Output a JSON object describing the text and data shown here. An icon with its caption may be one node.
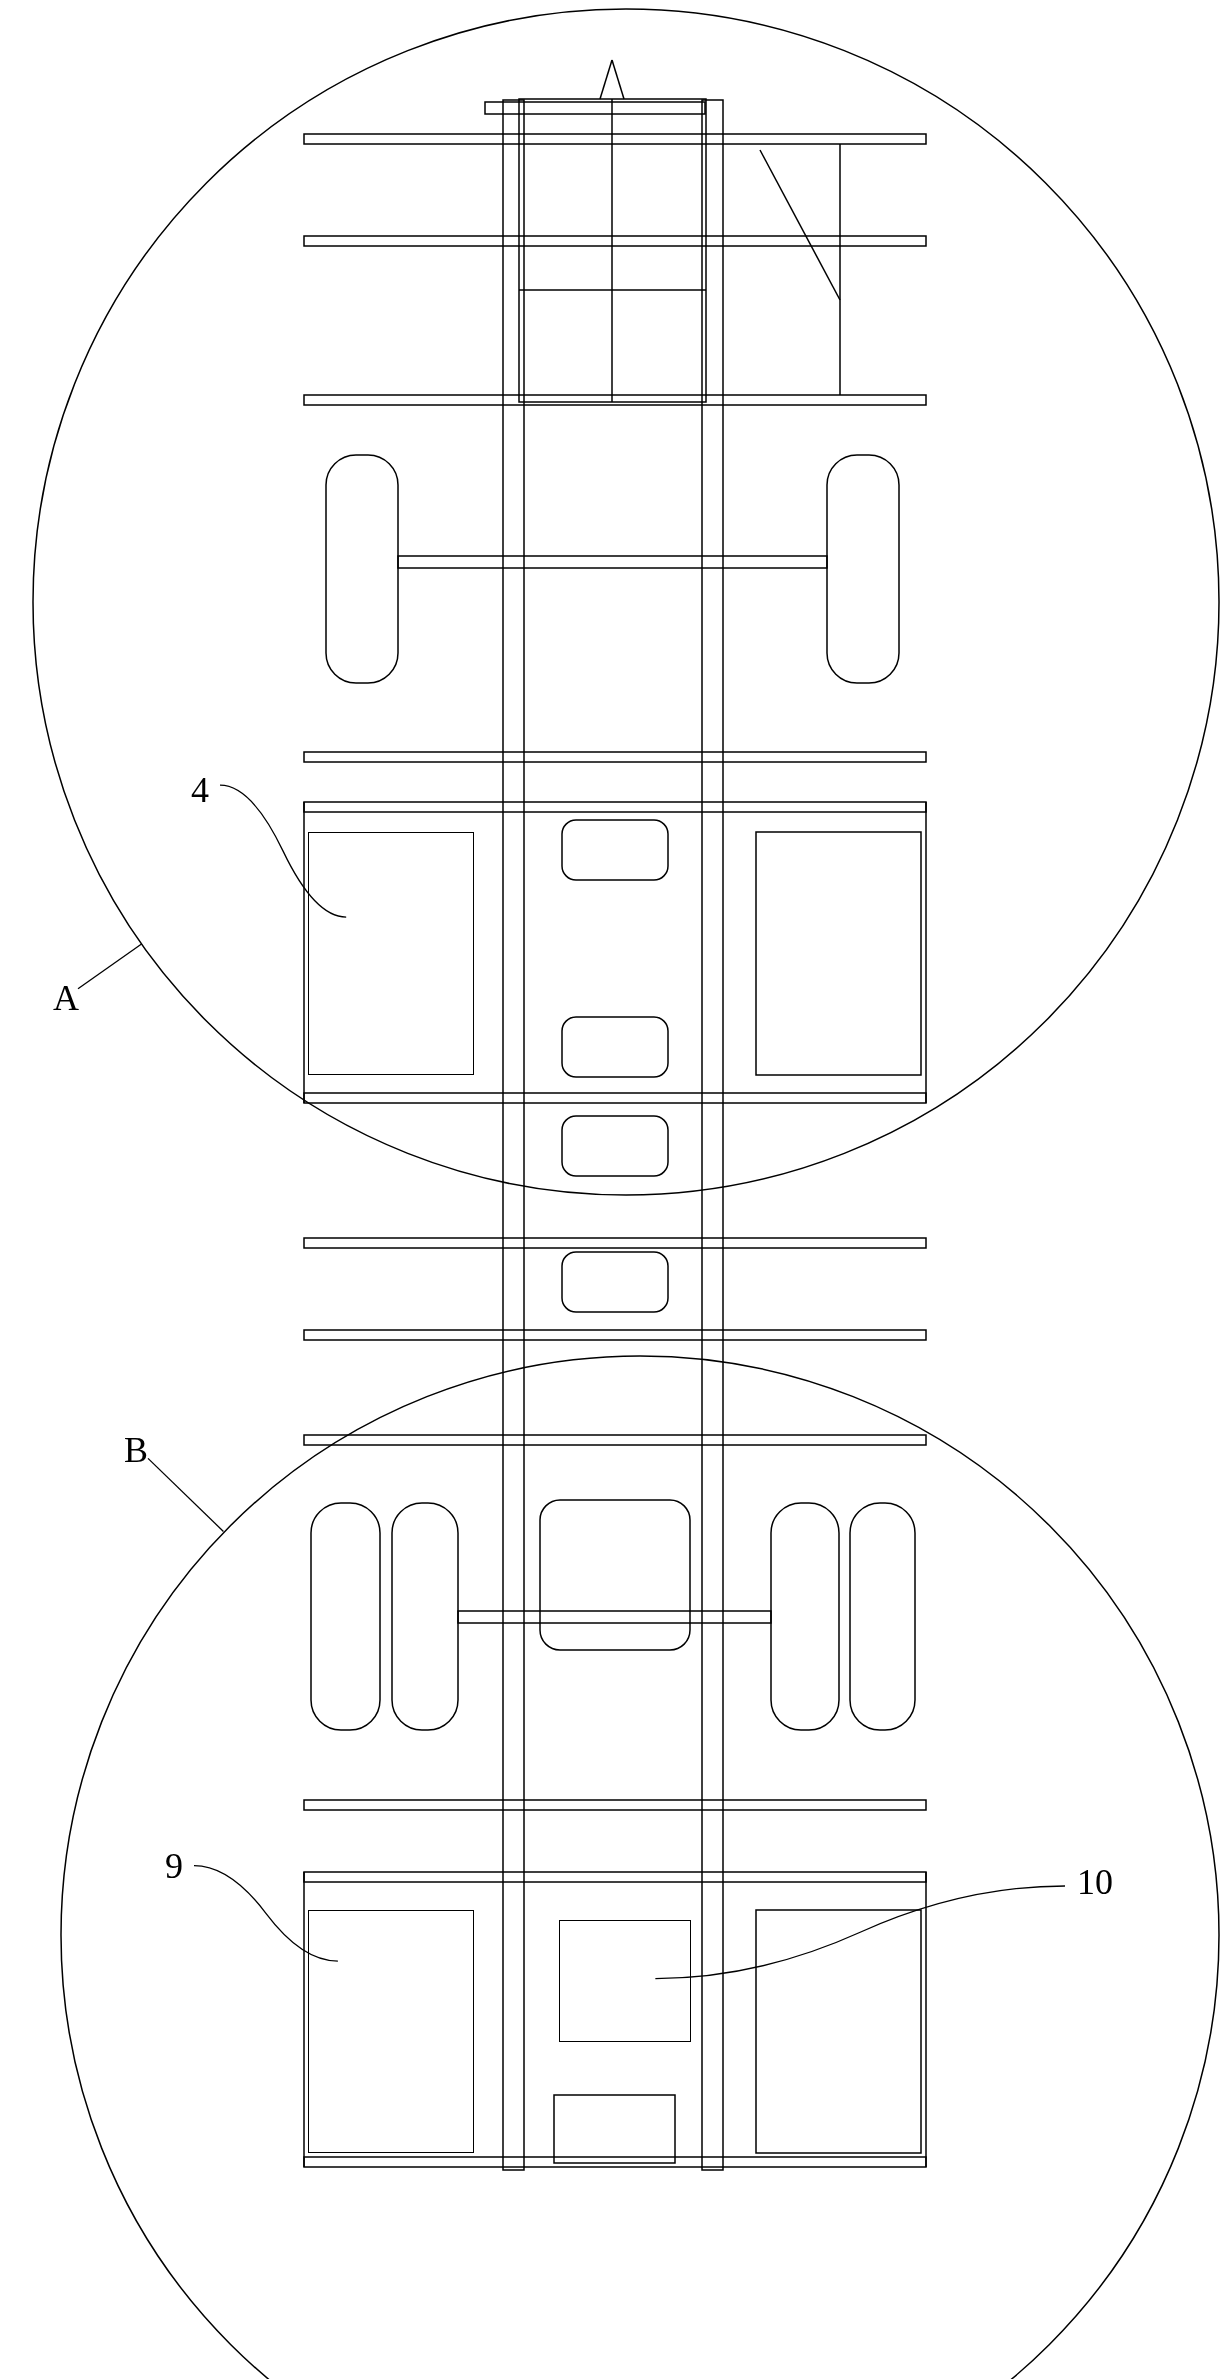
{
  "diagram": {
    "nodes": [
      {
        "text": [
          "A"
        ]
      },
      {
        "text": [],
        "shape": "circle"
      },
      {
        "text": [
          "4"
        ],
        "in": 1
      },
      {
        "text": [],
        "shape": "box",
        "in": 1
      },
      {
        "text": [
          "B"
        ]
      },
      {
        "text": [],
        "shape": "circle"
      },
      {
        "text": [
          "9"
        ],
        "in": 5
      },
      {
        "text": [],
        "shape": "box",
        "in": 5
      },
      {
        "text": [
          "10"
        ],
        "in": 5
      },
      {
        "text": [],
        "shape": "box",
        "in": 5
      }
    ],
    "edges": [
      {
        "from": 0,
        "to": 1,
        "arrow": "none"
      },
      {
        "from": 2,
        "to": 3,
        "arrow": "none"
      },
      {
        "from": 4,
        "to": 5,
        "arrow": "none"
      },
      {
        "from": 6,
        "to": 7,
        "arrow": "none"
      },
      {
        "from": 8,
        "to": 9,
        "arrow": "none"
      }
    ]
  }
}
